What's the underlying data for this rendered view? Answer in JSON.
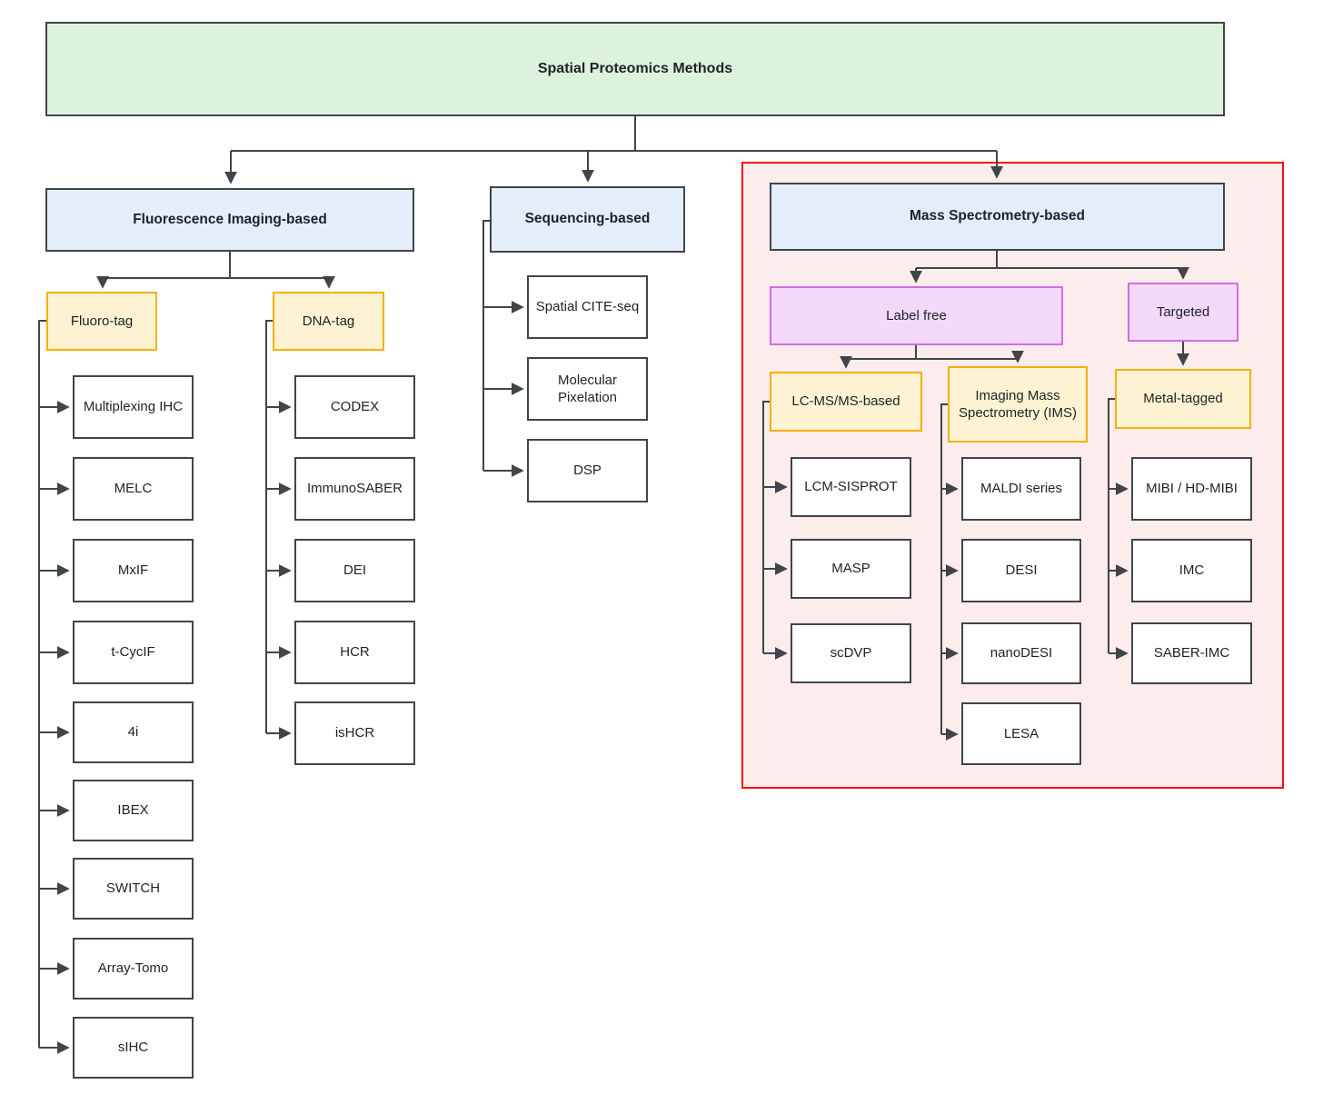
{
  "diagram": {
    "title_node": {
      "label": "Spatial Proteomics Methods"
    },
    "fluorescence": {
      "label": "Fluorescence Imaging-based",
      "fluoro_tag": {
        "label": "Fluoro-tag",
        "children": [
          "Multiplexing IHC",
          "MELC",
          "MxIF",
          "t-CycIF",
          "4i",
          "IBEX",
          "SWITCH",
          "Array-Tomo",
          "sIHC"
        ]
      },
      "dna_tag": {
        "label": "DNA-tag",
        "children": [
          "CODEX",
          "ImmunoSABER",
          "DEI",
          "HCR",
          "isHCR"
        ]
      }
    },
    "sequencing": {
      "label": "Sequencing-based",
      "children": [
        "Spatial CITE-seq",
        "Molecular Pixelation",
        "DSP"
      ]
    },
    "mass_spec": {
      "label": "Mass Spectrometry-based",
      "label_free": {
        "label": "Label free",
        "lcms": {
          "label": "LC-MS/MS-based",
          "children": [
            "LCM-SISPROT",
            "MASP",
            "scDVP"
          ]
        },
        "ims": {
          "label": "Imaging Mass Spectrometry (IMS)",
          "children": [
            "MALDI series",
            "DESI",
            "nanoDESI",
            "LESA"
          ]
        }
      },
      "targeted": {
        "label": "Targeted",
        "metal_tagged": {
          "label": "Metal-tagged",
          "children": [
            "MIBI / HD-MIBI",
            "IMC",
            "SABER-IMC"
          ]
        }
      }
    },
    "colors": {
      "root_fill": "#ddf2dc",
      "header_fill": "#e4eefb",
      "tag_fill": "#fdf3d3",
      "tag_border": "#f5b000",
      "purple_fill": "#f3d8fa",
      "purple_border": "#d06ee2",
      "zone_fill": "#fdecec",
      "zone_border": "#f6100e",
      "line": "#3f4549"
    }
  }
}
